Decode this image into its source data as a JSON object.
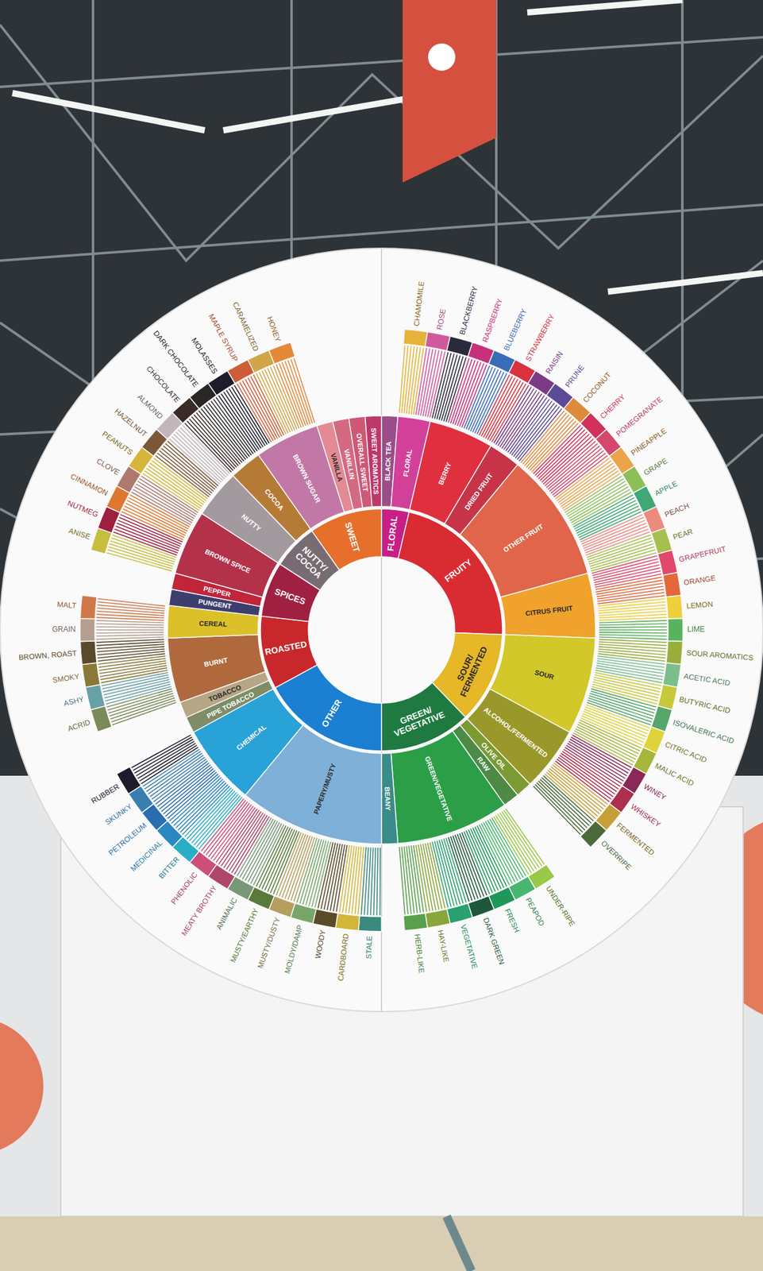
{
  "diagram": {
    "nodes": [
      {
        "text": [
          "FLORAL"
        ]
      },
      {
        "text": [
          "BLACK TEA"
        ]
      },
      {
        "text": [
          "FLORAL"
        ]
      },
      {
        "text": [
          "CHAMOMILE"
        ]
      },
      {
        "text": [
          "ROSE"
        ]
      },
      {
        "text": [
          "FRUITY"
        ]
      },
      {
        "text": [
          "BERRY"
        ]
      },
      {
        "text": [
          "BLACKBERRY"
        ]
      },
      {
        "text": [
          "RASPBERRY"
        ]
      },
      {
        "text": [
          "BLUEBERRY"
        ]
      },
      {
        "text": [
          "STRAWBERRY"
        ]
      },
      {
        "text": [
          "DRIED FRUIT"
        ]
      },
      {
        "text": [
          "RAISIN"
        ]
      },
      {
        "text": [
          "PRUNE"
        ]
      },
      {
        "text": [
          "OTHER FRUIT"
        ]
      },
      {
        "text": [
          "COCONUT"
        ]
      },
      {
        "text": [
          "CHERRY"
        ]
      },
      {
        "text": [
          "POMEGRANATE"
        ]
      },
      {
        "text": [
          "PINEAPPLE"
        ]
      },
      {
        "text": [
          "GRAPE"
        ]
      },
      {
        "text": [
          "APPLE"
        ]
      },
      {
        "text": [
          "PEACH"
        ]
      },
      {
        "text": [
          "PEAR"
        ]
      },
      {
        "text": [
          "CITRUS FRUIT"
        ]
      },
      {
        "text": [
          "GRAPEFRUIT"
        ]
      },
      {
        "text": [
          "ORANGE"
        ]
      },
      {
        "text": [
          "LEMON"
        ]
      },
      {
        "text": [
          "LIME"
        ]
      },
      {
        "text": [
          "SOUR/ FERMENTED"
        ]
      },
      {
        "text": [
          "SOUR"
        ]
      },
      {
        "text": [
          "SOUR AROMATICS"
        ]
      },
      {
        "text": [
          "ACETIC ACID"
        ]
      },
      {
        "text": [
          "BUTYRIC ACID"
        ]
      },
      {
        "text": [
          "ISOVALERIC ACID"
        ]
      },
      {
        "text": [
          "CITRIC ACID"
        ]
      },
      {
        "text": [
          "MALIC ACID"
        ]
      },
      {
        "text": [
          "ALCOHOL/FERMENTED"
        ]
      },
      {
        "text": [
          "WINEY"
        ]
      },
      {
        "text": [
          "WHISKEY"
        ]
      },
      {
        "text": [
          "FERMENTED"
        ]
      },
      {
        "text": [
          "OVERRIPE"
        ]
      },
      {
        "text": [
          "GREEN/ VEGETATIVE"
        ]
      },
      {
        "text": [
          "OLIVE OIL"
        ]
      },
      {
        "text": [
          "RAW"
        ]
      },
      {
        "text": [
          "GREEN/VEGETATIVE"
        ]
      },
      {
        "text": [
          "UNDER-RIPE"
        ]
      },
      {
        "text": [
          "PEAPOD"
        ]
      },
      {
        "text": [
          "FRESH"
        ]
      },
      {
        "text": [
          "DARK GREEN"
        ]
      },
      {
        "text": [
          "VEGETATIVE"
        ]
      },
      {
        "text": [
          "HAY-LIKE"
        ]
      },
      {
        "text": [
          "HERB-LIKE"
        ]
      },
      {
        "text": [
          "BEANY"
        ]
      },
      {
        "text": [
          "OTHER"
        ]
      },
      {
        "text": [
          "PAPERY/MUSTY"
        ]
      },
      {
        "text": [
          "STALE"
        ]
      },
      {
        "text": [
          "CARDBOARD"
        ]
      },
      {
        "text": [
          "WOODY"
        ]
      },
      {
        "text": [
          "MOLDY/DAMP"
        ]
      },
      {
        "text": [
          "MUSTY/DUSTY"
        ]
      },
      {
        "text": [
          "MUSTY/EARTHY"
        ]
      },
      {
        "text": [
          "ANIMALIC"
        ]
      },
      {
        "text": [
          "MEATY BROTHY"
        ]
      },
      {
        "text": [
          "PHENOLIC"
        ]
      },
      {
        "text": [
          "CHEMICAL"
        ]
      },
      {
        "text": [
          "BITTER"
        ]
      },
      {
        "text": [
          "MEDICINAL"
        ]
      },
      {
        "text": [
          "PETROLEUM"
        ]
      },
      {
        "text": [
          "SKUNKY"
        ]
      },
      {
        "text": [
          "RUBBER"
        ]
      },
      {
        "text": [
          "ROASTED"
        ]
      },
      {
        "text": [
          "PIPE TOBACCO"
        ]
      },
      {
        "text": [
          "TOBACCO"
        ]
      },
      {
        "text": [
          "BURNT"
        ]
      },
      {
        "text": [
          "ACRID"
        ]
      },
      {
        "text": [
          "ASHY"
        ]
      },
      {
        "text": [
          "SMOKY"
        ]
      },
      {
        "text": [
          "BROWN, ROAST"
        ]
      },
      {
        "text": [
          "CEREAL"
        ]
      },
      {
        "text": [
          "GRAIN"
        ]
      },
      {
        "text": [
          "MALT"
        ]
      },
      {
        "text": [
          "SPICES"
        ]
      },
      {
        "text": [
          "PUNGENT"
        ]
      },
      {
        "text": [
          "PEPPER"
        ]
      },
      {
        "text": [
          "BROWN SPICE"
        ]
      },
      {
        "text": [
          "ANISE"
        ]
      },
      {
        "text": [
          "NUTMEG"
        ]
      },
      {
        "text": [
          "CINNAMON"
        ]
      },
      {
        "text": [
          "CLOVE"
        ]
      },
      {
        "text": [
          "NUTTY/ COCOA"
        ]
      },
      {
        "text": [
          "NUTTY"
        ]
      },
      {
        "text": [
          "PEANUTS"
        ]
      },
      {
        "text": [
          "HAZELNUT"
        ]
      },
      {
        "text": [
          "ALMOND"
        ]
      },
      {
        "text": [
          "COCOA"
        ]
      },
      {
        "text": [
          "CHOCOLATE"
        ]
      },
      {
        "text": [
          "DARK CHOCOLATE"
        ]
      },
      {
        "text": [
          "SWEET"
        ]
      },
      {
        "text": [
          "BROWN SUGAR"
        ]
      },
      {
        "text": [
          "MOLASSES"
        ]
      },
      {
        "text": [
          "MAPLE SYRUP"
        ]
      },
      {
        "text": [
          "CARAMELIZED"
        ]
      },
      {
        "text": [
          "HONEY"
        ]
      },
      {
        "text": [
          "VANILLA"
        ]
      },
      {
        "text": [
          "VANILLIN"
        ]
      },
      {
        "text": [
          "OVERALL SWEET"
        ]
      },
      {
        "text": [
          "SWEET AROMATICS"
        ]
      }
    ]
  }
}
